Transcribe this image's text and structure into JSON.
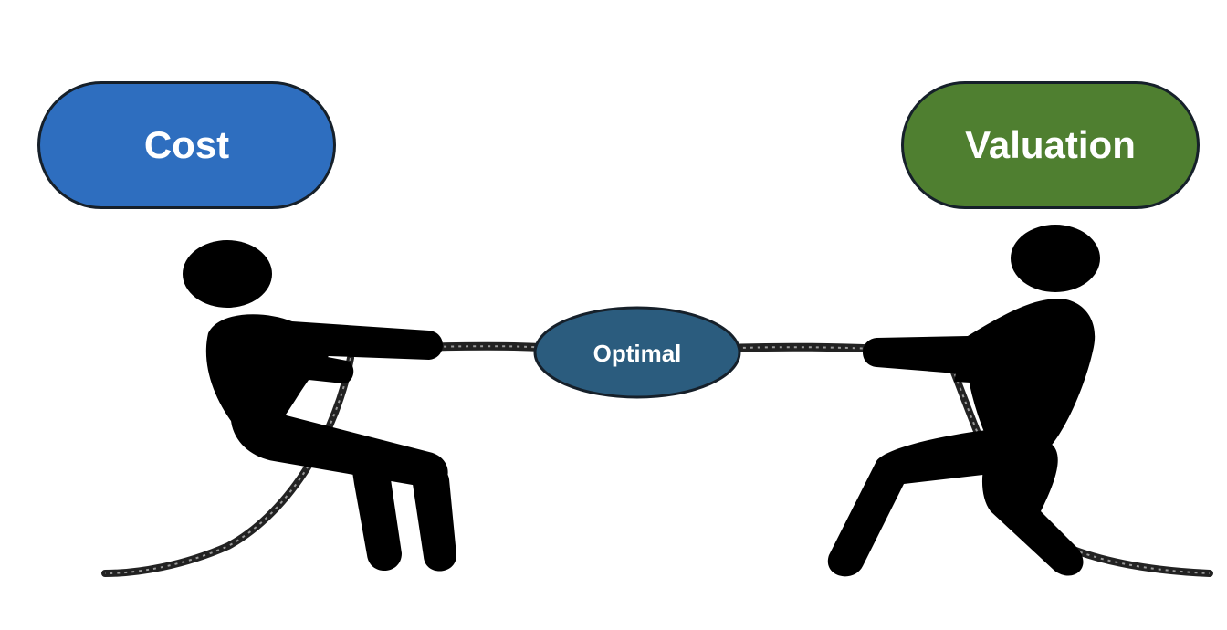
{
  "left_pill": {
    "label": "Cost",
    "color": "#2e6ebf"
  },
  "right_pill": {
    "label": "Valuation",
    "color": "#4f7f30"
  },
  "center": {
    "label": "Optimal",
    "color": "#2b5c7e"
  },
  "figures": [
    "person-pulling-left",
    "person-pulling-right"
  ],
  "rope_color": "#222222"
}
